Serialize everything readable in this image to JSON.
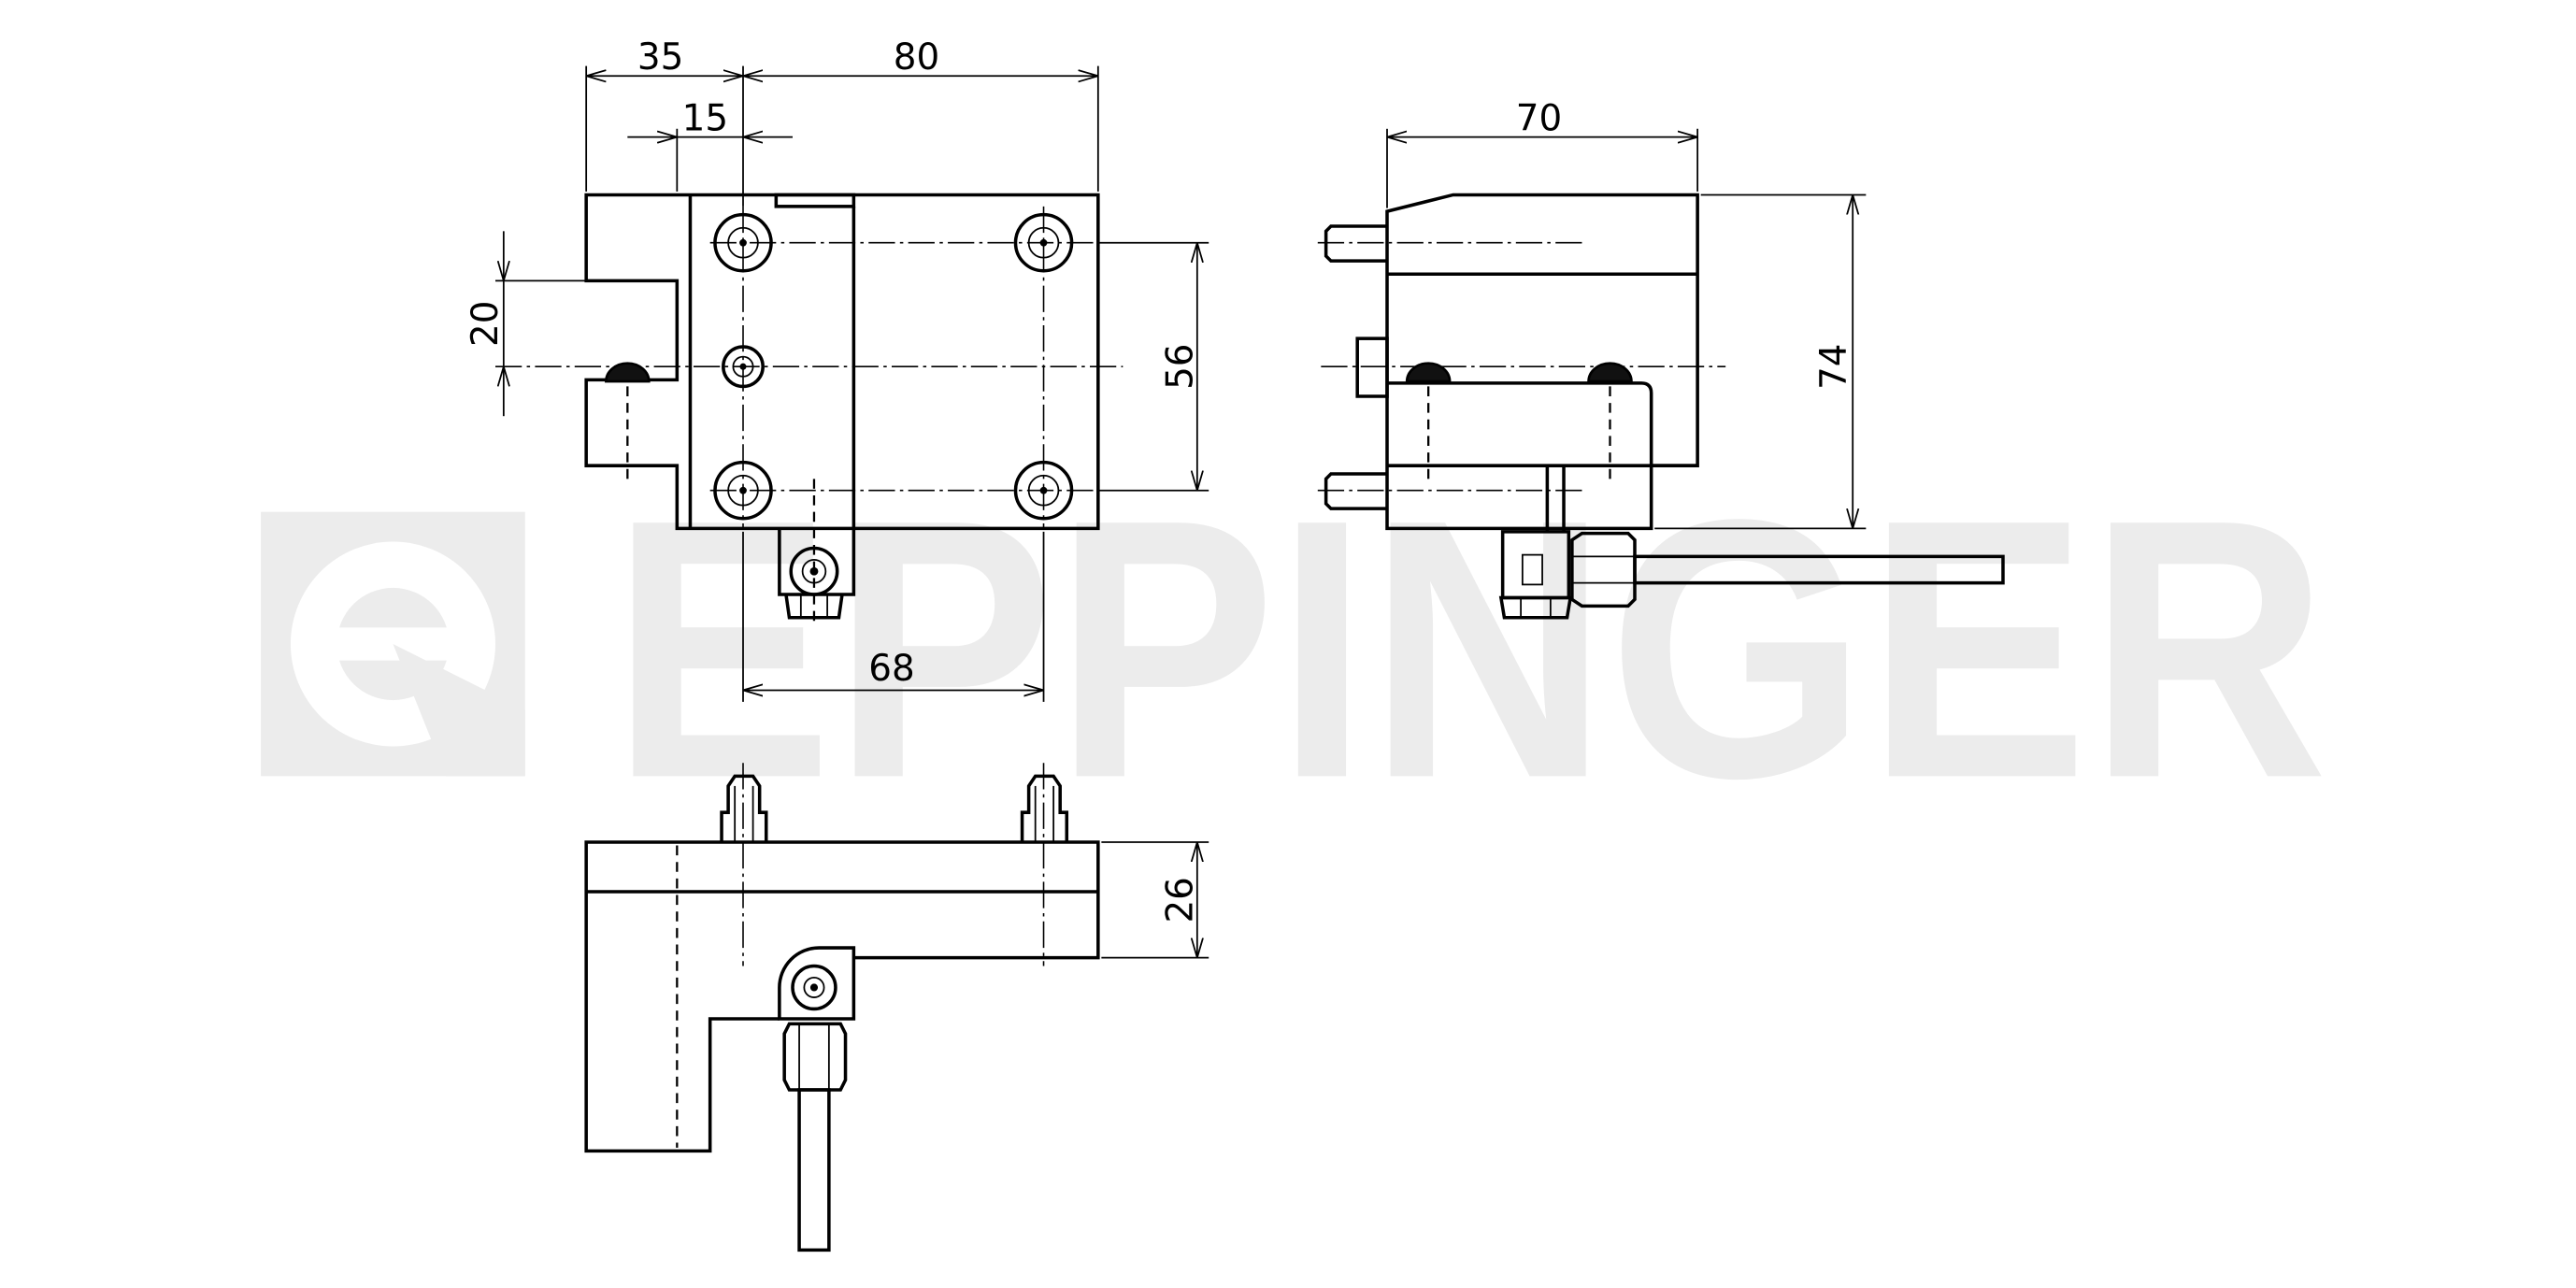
{
  "watermark": {
    "text": "EPPINGER"
  },
  "colors": {
    "watermark": "#ececec",
    "background": "#ffffff",
    "line": "#000000"
  },
  "front_view": {
    "dim_35": "35",
    "dim_80": "80",
    "dim_15": "15",
    "dim_20": "20",
    "dim_56": "56",
    "dim_68": "68"
  },
  "side_view": {
    "dim_70": "70",
    "dim_74": "74"
  },
  "plan_view": {
    "dim_26": "26"
  }
}
